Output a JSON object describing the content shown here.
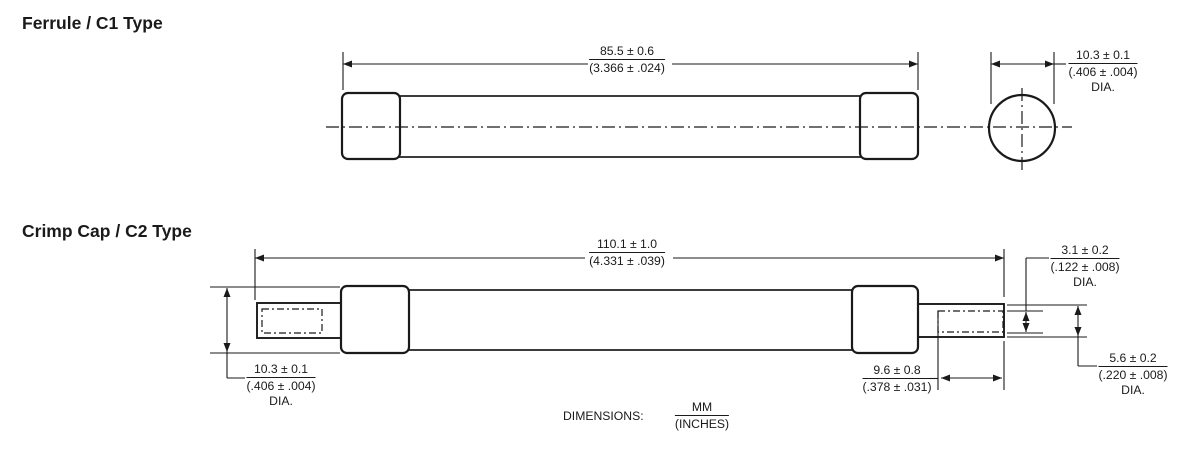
{
  "colors": {
    "ink": "#1a1a1a",
    "background": "#ffffff"
  },
  "sections": {
    "ferrule": {
      "title": "Ferrule / C1 Type",
      "length_dim": {
        "mm": "85.5 ± 0.6",
        "inches": "(3.366 ± .024)"
      },
      "diameter_dim": {
        "mm": "10.3 ± 0.1",
        "inches": "(.406 ± .004)",
        "suffix": "DIA."
      }
    },
    "crimp": {
      "title": "Crimp Cap / C2 Type",
      "length_dim": {
        "mm": "110.1 ± 1.0",
        "inches": "(4.331 ± .039)"
      },
      "cap_diameter_dim": {
        "mm": "10.3 ± 0.1",
        "inches": "(.406 ± .004)",
        "suffix": "DIA."
      },
      "crimp_diameter_dim": {
        "mm": "3.1 ± 0.2",
        "inches": "(.122 ± .008)",
        "suffix": "DIA."
      },
      "crimp_length_dim": {
        "mm": "9.6 ± 0.8",
        "inches": "(.378 ± .031)"
      },
      "lead_diameter_dim": {
        "mm": "5.6 ± 0.2",
        "inches": "(.220 ± .008)",
        "suffix": "DIA."
      }
    }
  },
  "footer": {
    "label": "DIMENSIONS:",
    "units_mm": "MM",
    "units_inches": "(INCHES)"
  }
}
